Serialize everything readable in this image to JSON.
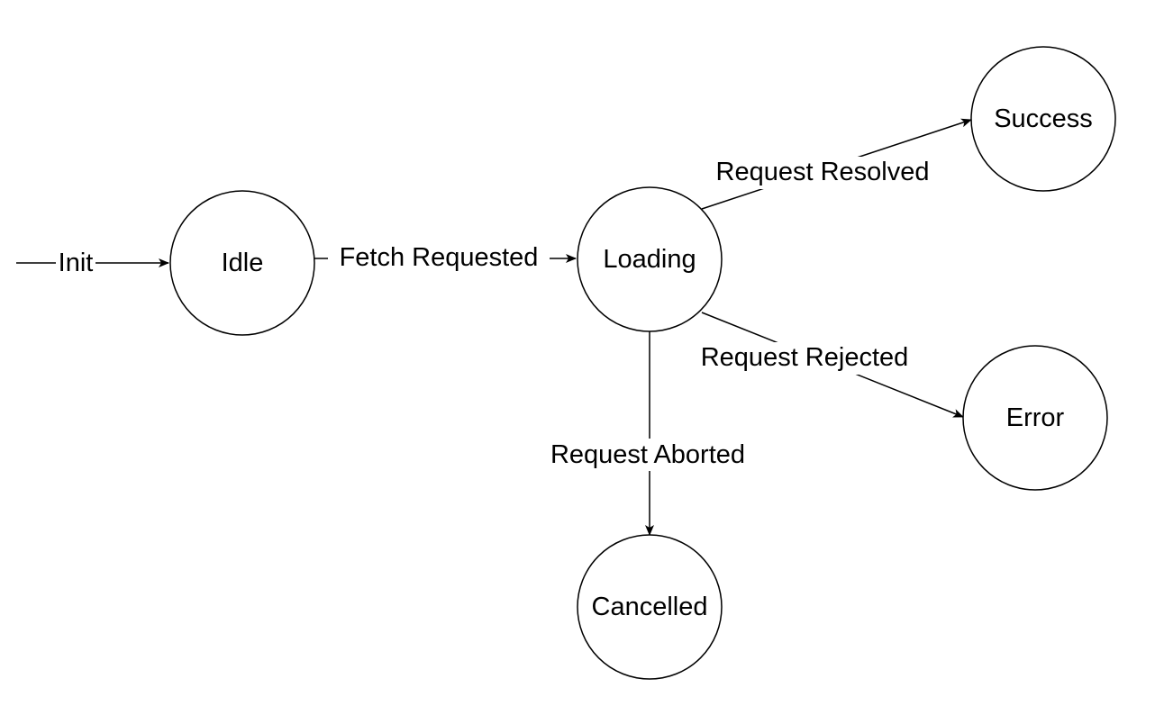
{
  "diagram": {
    "states": {
      "idle": "Idle",
      "loading": "Loading",
      "success": "Success",
      "error": "Error",
      "cancelled": "Cancelled"
    },
    "transitions": {
      "init": "Init",
      "fetch_requested": "Fetch Requested",
      "request_resolved": "Request Resolved",
      "request_rejected": "Request Rejected",
      "request_aborted": "Request Aborted"
    },
    "colors": {
      "stroke": "#000000",
      "background": "#ffffff"
    }
  }
}
